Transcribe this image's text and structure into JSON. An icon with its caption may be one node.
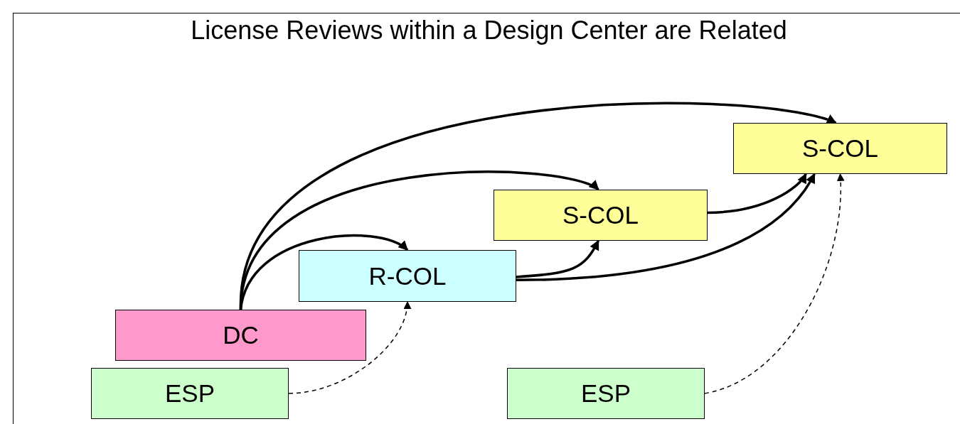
{
  "diagram": {
    "title": "License Reviews within a Design Center are Related",
    "nodes": [
      {
        "text": [
          "S-COL"
        ]
      },
      {
        "text": [
          "S-COL"
        ]
      },
      {
        "text": [
          "R-COL"
        ]
      },
      {
        "text": [
          "DC"
        ]
      },
      {
        "text": [
          "ESP"
        ]
      },
      {
        "text": [
          "ESP"
        ]
      }
    ],
    "edges": [
      {
        "from": 3,
        "to": 0,
        "arrow": "to"
      },
      {
        "from": 3,
        "to": 1,
        "arrow": "to"
      },
      {
        "from": 3,
        "to": 2,
        "arrow": "to"
      },
      {
        "from": 2,
        "to": 1,
        "arrow": "to"
      },
      {
        "from": 2,
        "to": 0,
        "arrow": "to"
      },
      {
        "from": 1,
        "to": 0,
        "arrow": "to"
      },
      {
        "from": 4,
        "to": 2,
        "arrow": "to",
        "style": "dashed"
      },
      {
        "from": 5,
        "to": 0,
        "arrow": "to",
        "style": "dashed"
      }
    ]
  }
}
